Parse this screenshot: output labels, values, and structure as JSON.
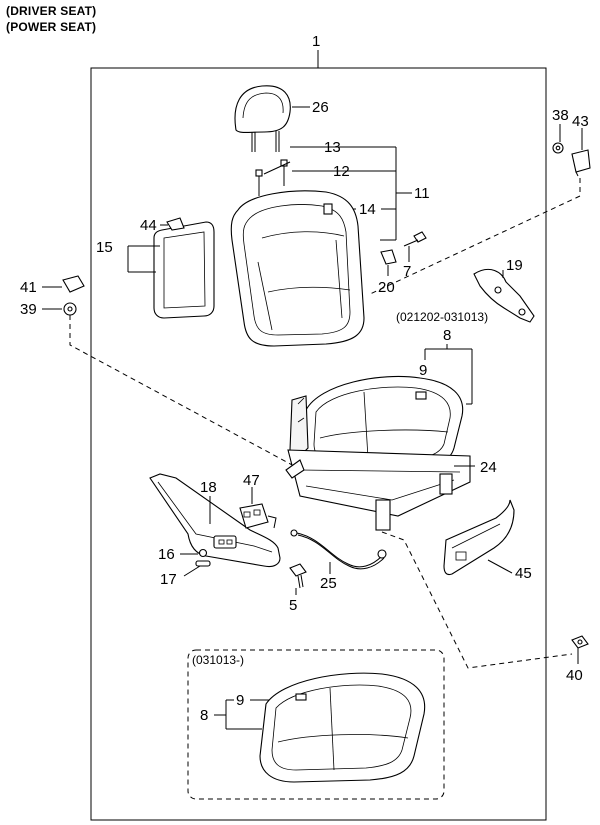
{
  "header": {
    "line1": "(DRIVER SEAT)",
    "line2": "(POWER SEAT)"
  },
  "notes": {
    "range_1": "(021202-031013)",
    "range_2": "(031013-)"
  },
  "callouts": {
    "n1": "1",
    "n5": "5",
    "n7": "7",
    "n8a": "8",
    "n8b": "8",
    "n9a": "9",
    "n9b": "9",
    "n11": "11",
    "n12": "12",
    "n13": "13",
    "n14": "14",
    "n15": "15",
    "n16": "16",
    "n17": "17",
    "n18": "18",
    "n19": "19",
    "n20": "20",
    "n24": "24",
    "n25": "25",
    "n26": "26",
    "n38": "38",
    "n39": "39",
    "n40": "40",
    "n41": "41",
    "n43": "43",
    "n44": "44",
    "n45": "45",
    "n47": "47"
  }
}
